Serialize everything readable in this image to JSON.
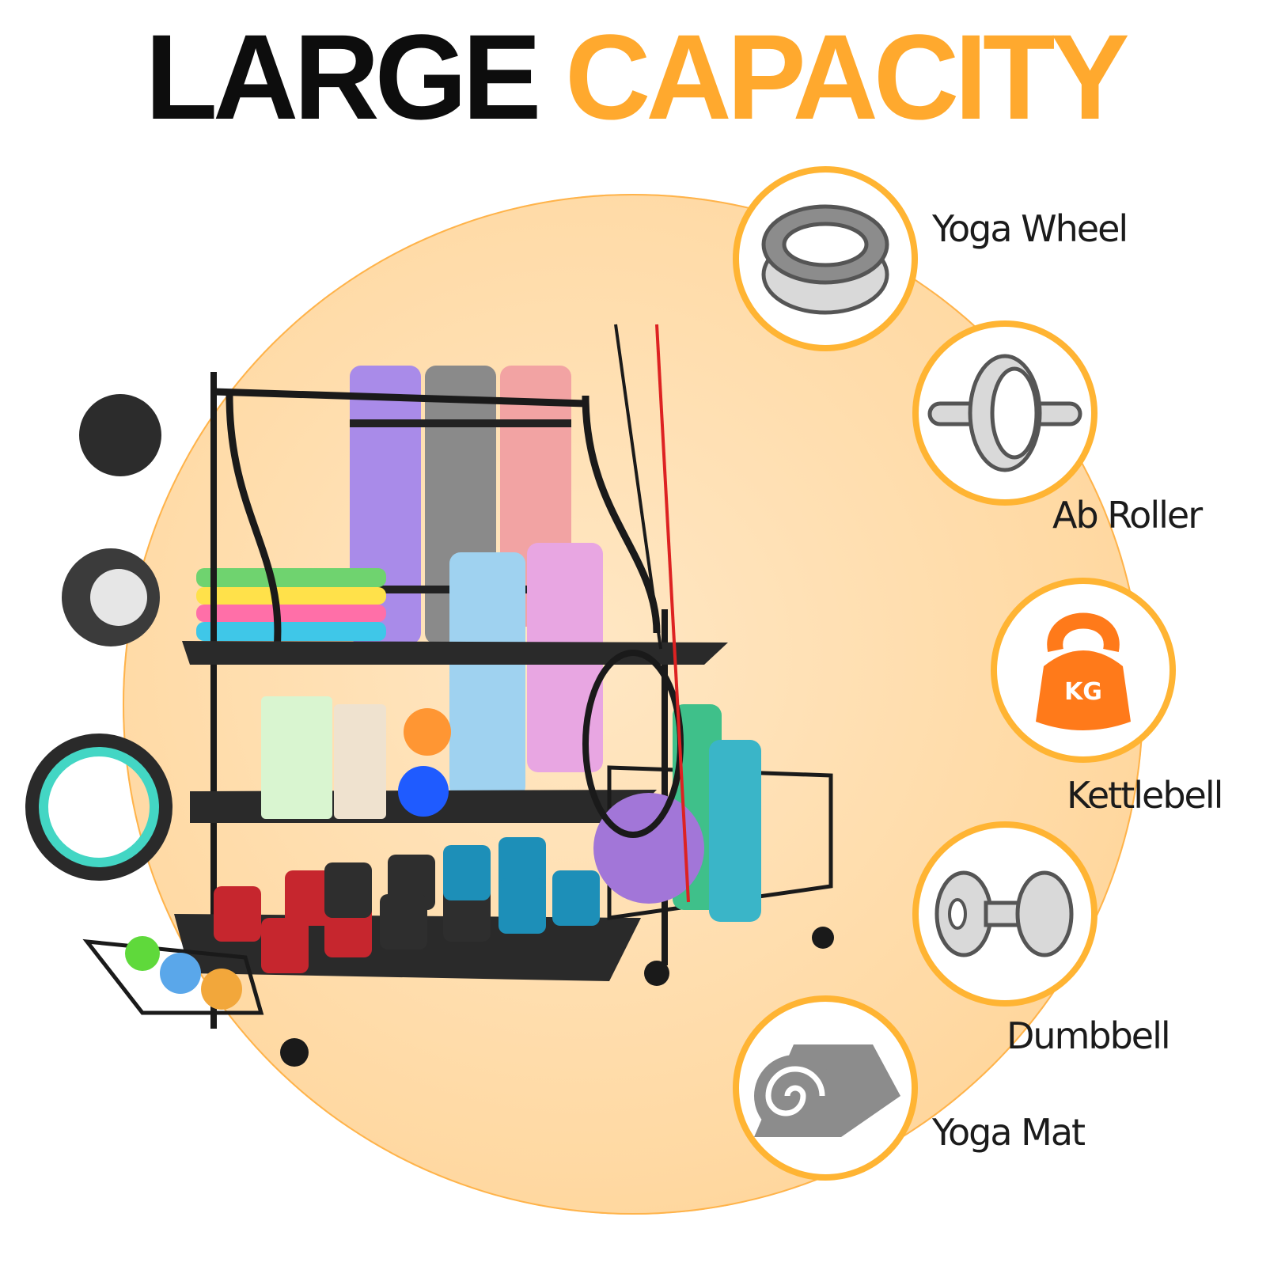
{
  "title": {
    "word1": "LARGE",
    "word2": "CAPACITY"
  },
  "colors": {
    "accent": "#ffa92e",
    "circle": "#ffd9a3",
    "badge_border": "#ffb433",
    "kettlebell": "#ff7a1a"
  },
  "features": [
    {
      "label": "Yoga Wheel",
      "icon": "yoga-wheel-icon"
    },
    {
      "label": "Ab Roller",
      "icon": "ab-roller-icon"
    },
    {
      "label": "Kettlebell",
      "icon": "kettlebell-icon",
      "icon_text": "KG"
    },
    {
      "label": "Dumbbell",
      "icon": "dumbbell-icon"
    },
    {
      "label": "Yoga Mat",
      "icon": "yoga-mat-icon"
    }
  ]
}
